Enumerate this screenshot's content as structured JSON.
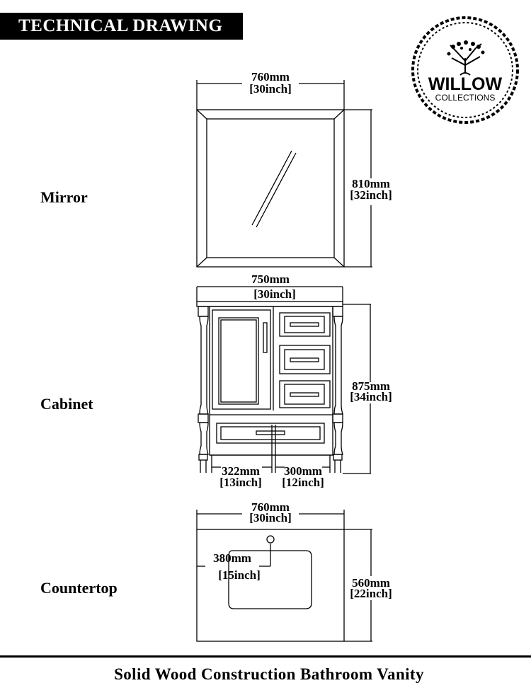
{
  "header": {
    "title": "TECHNICAL DRAWING"
  },
  "logo": {
    "name": "WILLOW",
    "subtitle": "COLLECTIONS"
  },
  "sections": {
    "mirror": {
      "label": "Mirror",
      "width_mm": "760mm",
      "width_in": "[30inch]",
      "height_mm": "810mm",
      "height_in": "[32inch]"
    },
    "cabinet": {
      "label": "Cabinet",
      "width_mm": "750mm",
      "width_in": "[30inch]",
      "height_mm": "875mm",
      "height_in": "[34inch]",
      "left_mm": "322mm",
      "left_in": "[13inch]",
      "right_mm": "300mm",
      "right_in": "[12inch]"
    },
    "countertop": {
      "label": "Countertop",
      "width_mm": "760mm",
      "width_in": "[30inch]",
      "depth_mm": "560mm",
      "depth_in": "[22inch]",
      "sink_mm": "380mm",
      "sink_in": "[15inch]"
    }
  },
  "footer": {
    "caption": "Solid Wood Construction Bathroom Vanity"
  }
}
